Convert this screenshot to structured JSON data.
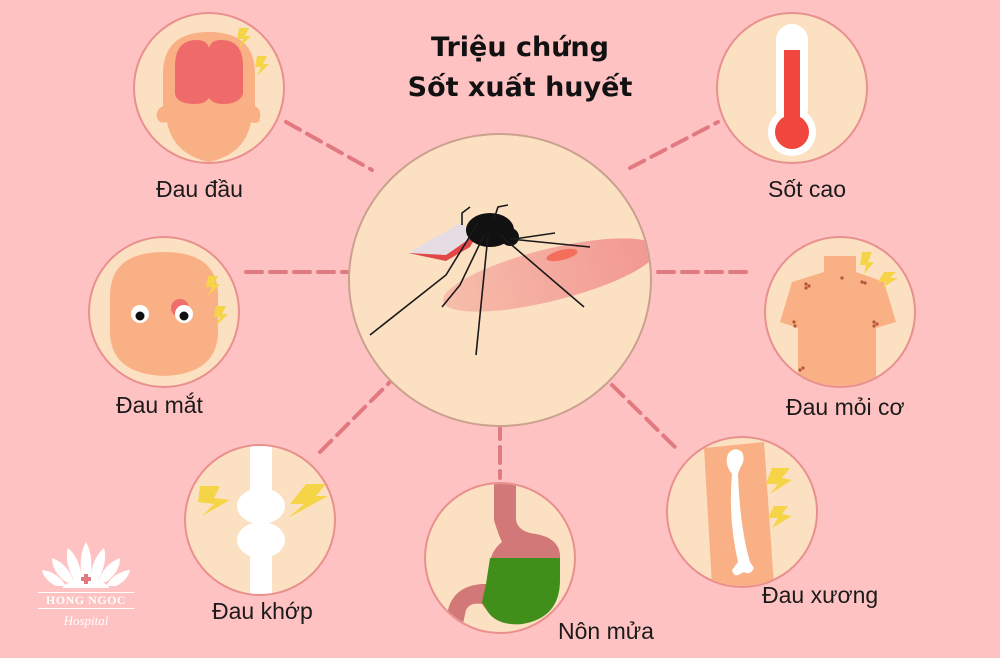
{
  "title": {
    "line1": "Triệu chứng",
    "line2": "Sốt xuất huyết"
  },
  "center": {
    "icon": "mosquito-biting-skin-icon"
  },
  "symptoms": [
    {
      "id": "headache",
      "label": "Đau đầu",
      "icon": "head-brain-icon"
    },
    {
      "id": "high-fever",
      "label": "Sốt cao",
      "icon": "thermometer-icon"
    },
    {
      "id": "eye-pain",
      "label": "Đau mắt",
      "icon": "face-eye-pain-icon"
    },
    {
      "id": "muscle-ache",
      "label": "Đau mỏi cơ",
      "icon": "torso-muscle-icon"
    },
    {
      "id": "joint-pain",
      "label": "Đau khớp",
      "icon": "knee-joint-icon"
    },
    {
      "id": "vomiting",
      "label": "Nôn mửa",
      "icon": "stomach-icon"
    },
    {
      "id": "bone-pain",
      "label": "Đau xương",
      "icon": "femur-bone-icon"
    }
  ],
  "logo": {
    "name": "HONG NGOC",
    "subtitle": "Hospital"
  },
  "colors": {
    "background": "#ffc2c2",
    "circle_fill": "#fce0c2",
    "circle_border": "#e9908f",
    "connector": "#e07a80",
    "skin": "#f9b084",
    "brain": "#ef6b6b",
    "bolt": "#f5d547",
    "thermometer_red": "#f0463e",
    "stomach_fill": "#3f8f1a",
    "stomach_wall": "#d27878"
  }
}
